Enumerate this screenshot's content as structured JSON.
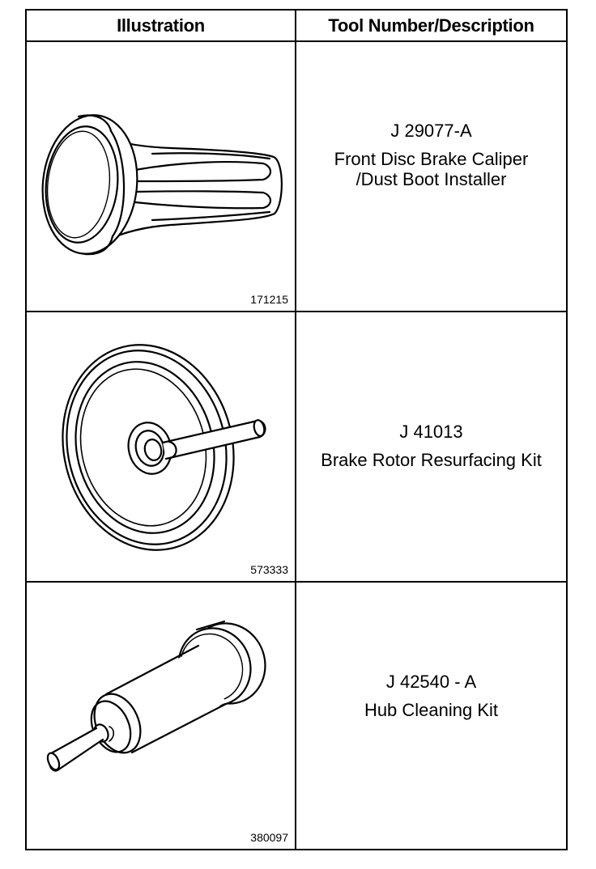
{
  "header": {
    "illustration": "Illustration",
    "tool_description": "Tool Number/Description"
  },
  "rows": [
    {
      "figure_number": "171215",
      "tool_number": "J 29077-A",
      "description_lines": [
        "Front Disc Brake Caliper",
        "/Dust Boot Installer"
      ],
      "icon": "dust-boot-installer-icon"
    },
    {
      "figure_number": "573333",
      "tool_number": "J 41013",
      "description_lines": [
        "Brake Rotor Resurfacing Kit"
      ],
      "icon": "rotor-resurfacing-kit-icon"
    },
    {
      "figure_number": "380097",
      "tool_number": "J 42540 - A",
      "description_lines": [
        "Hub Cleaning Kit"
      ],
      "icon": "hub-cleaning-kit-icon"
    }
  ]
}
